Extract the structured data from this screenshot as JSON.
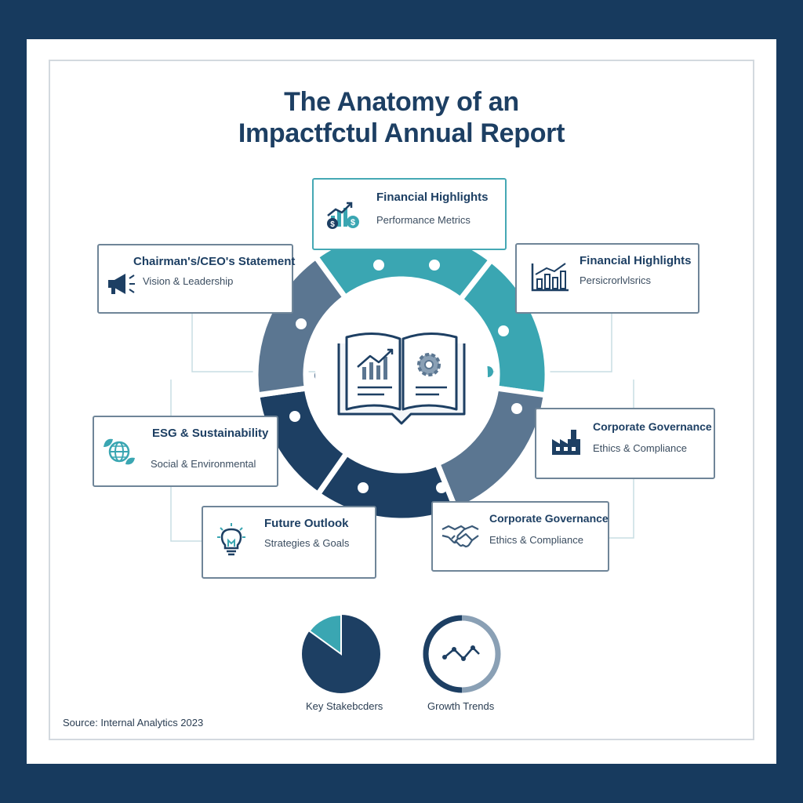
{
  "title": {
    "line1": "The Anatomy of an",
    "line2": "Impactfctul Annual Report"
  },
  "colors": {
    "background": "#173a5e",
    "navy": "#1d3f63",
    "slate": "#5b7691",
    "teal": "#3aa6b2"
  },
  "center": {
    "icon": "open-book-chart-gear-icon"
  },
  "cards": [
    {
      "id": "financial-highlights-top",
      "heading": "Financial Highlights",
      "sub": "Performance Metrics",
      "icon": "chart-dollar-icon"
    },
    {
      "id": "chairman-statement",
      "heading": "Chairman's/CEO's Statement",
      "sub": "Vision & Leadership",
      "icon": "megaphone-icon"
    },
    {
      "id": "financial-highlights-right",
      "heading": "Financial Highlights",
      "sub": "Persicrorlvlsrics",
      "icon": "bar-chart-icon"
    },
    {
      "id": "esg-sustainability",
      "heading": "ESG & Sustainability",
      "sub": "Social & Environmental",
      "icon": "globe-leaf-icon"
    },
    {
      "id": "corporate-governance-right",
      "heading": "Corporate Governance",
      "sub": "Ethics & Compliance",
      "icon": "factory-icon"
    },
    {
      "id": "future-outlook",
      "heading": "Future Outlook",
      "sub": "Strategies & Goals",
      "icon": "lightbulb-icon"
    },
    {
      "id": "corporate-governance-bottom",
      "heading": "Corporate Governance",
      "sub": "Ethics & Compliance",
      "icon": "handshake-icon"
    }
  ],
  "bottom_charts": [
    {
      "label": "Key Stakebcders",
      "icon": "pie-chart-icon",
      "highlight_fraction": 0.15
    },
    {
      "label": "Growth Trends",
      "icon": "ring-line-chart-icon",
      "ring_fraction": 0.5
    }
  ],
  "source": "Source: Internal Analytics 2023"
}
